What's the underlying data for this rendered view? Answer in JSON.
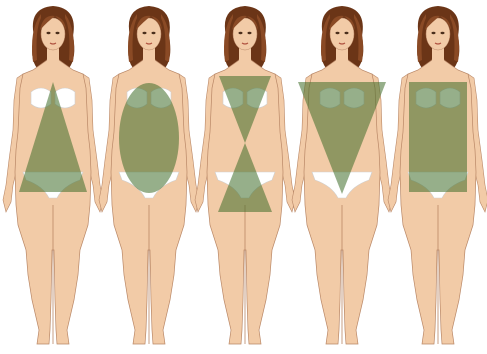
{
  "figures": [
    {
      "shape": "triangle"
    },
    {
      "shape": "oval"
    },
    {
      "shape": "hourglass"
    },
    {
      "shape": "inverted-triangle"
    },
    {
      "shape": "rectangle"
    }
  ],
  "colors": {
    "skin": "#f2cba7",
    "skin_shadow": "#e3b08a",
    "outline": "#b98766",
    "hair": "#8a4a25",
    "hair_dark": "#6b3517",
    "underwear": "#ffffff",
    "overlay": "#3f6e2a",
    "overlay_opacity": 0.55,
    "background": "#ffffff"
  }
}
